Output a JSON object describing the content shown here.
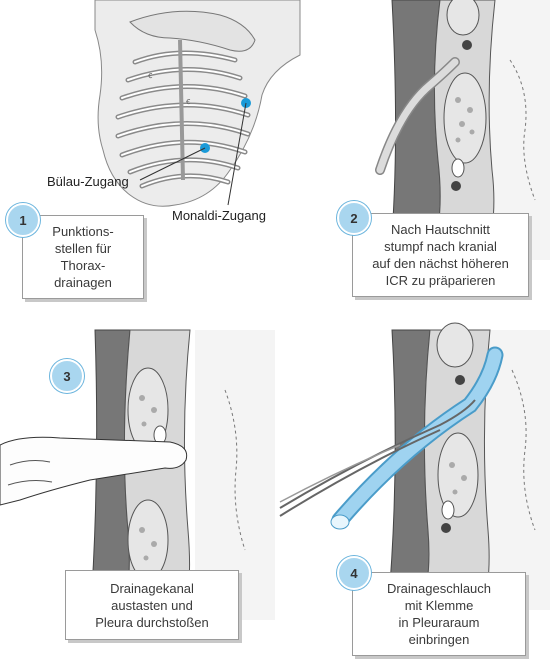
{
  "panels": [
    {
      "number": "1",
      "lines": [
        "Punktions-",
        "stellen für",
        "Thorax-",
        "drainagen"
      ]
    },
    {
      "number": "2",
      "lines": [
        "Nach Hautschnitt",
        "stumpf nach kranial",
        "auf den nächst höheren",
        "ICR zu präparieren"
      ]
    },
    {
      "number": "3",
      "lines": [
        "Drainagekanal",
        "austasten und",
        "Pleura durchstoßen"
      ]
    },
    {
      "number": "4",
      "lines": [
        "Drainageschlauch",
        "mit Klemme",
        "in Pleuraraum",
        "einbringen"
      ]
    }
  ],
  "labels": {
    "buelau": "Bülau-Zugang",
    "monaldi": "Monaldi-Zugang"
  },
  "colors": {
    "badge": "#a9d6ef",
    "tube": "#9fd3f0",
    "marker": "#1a9ad8"
  }
}
